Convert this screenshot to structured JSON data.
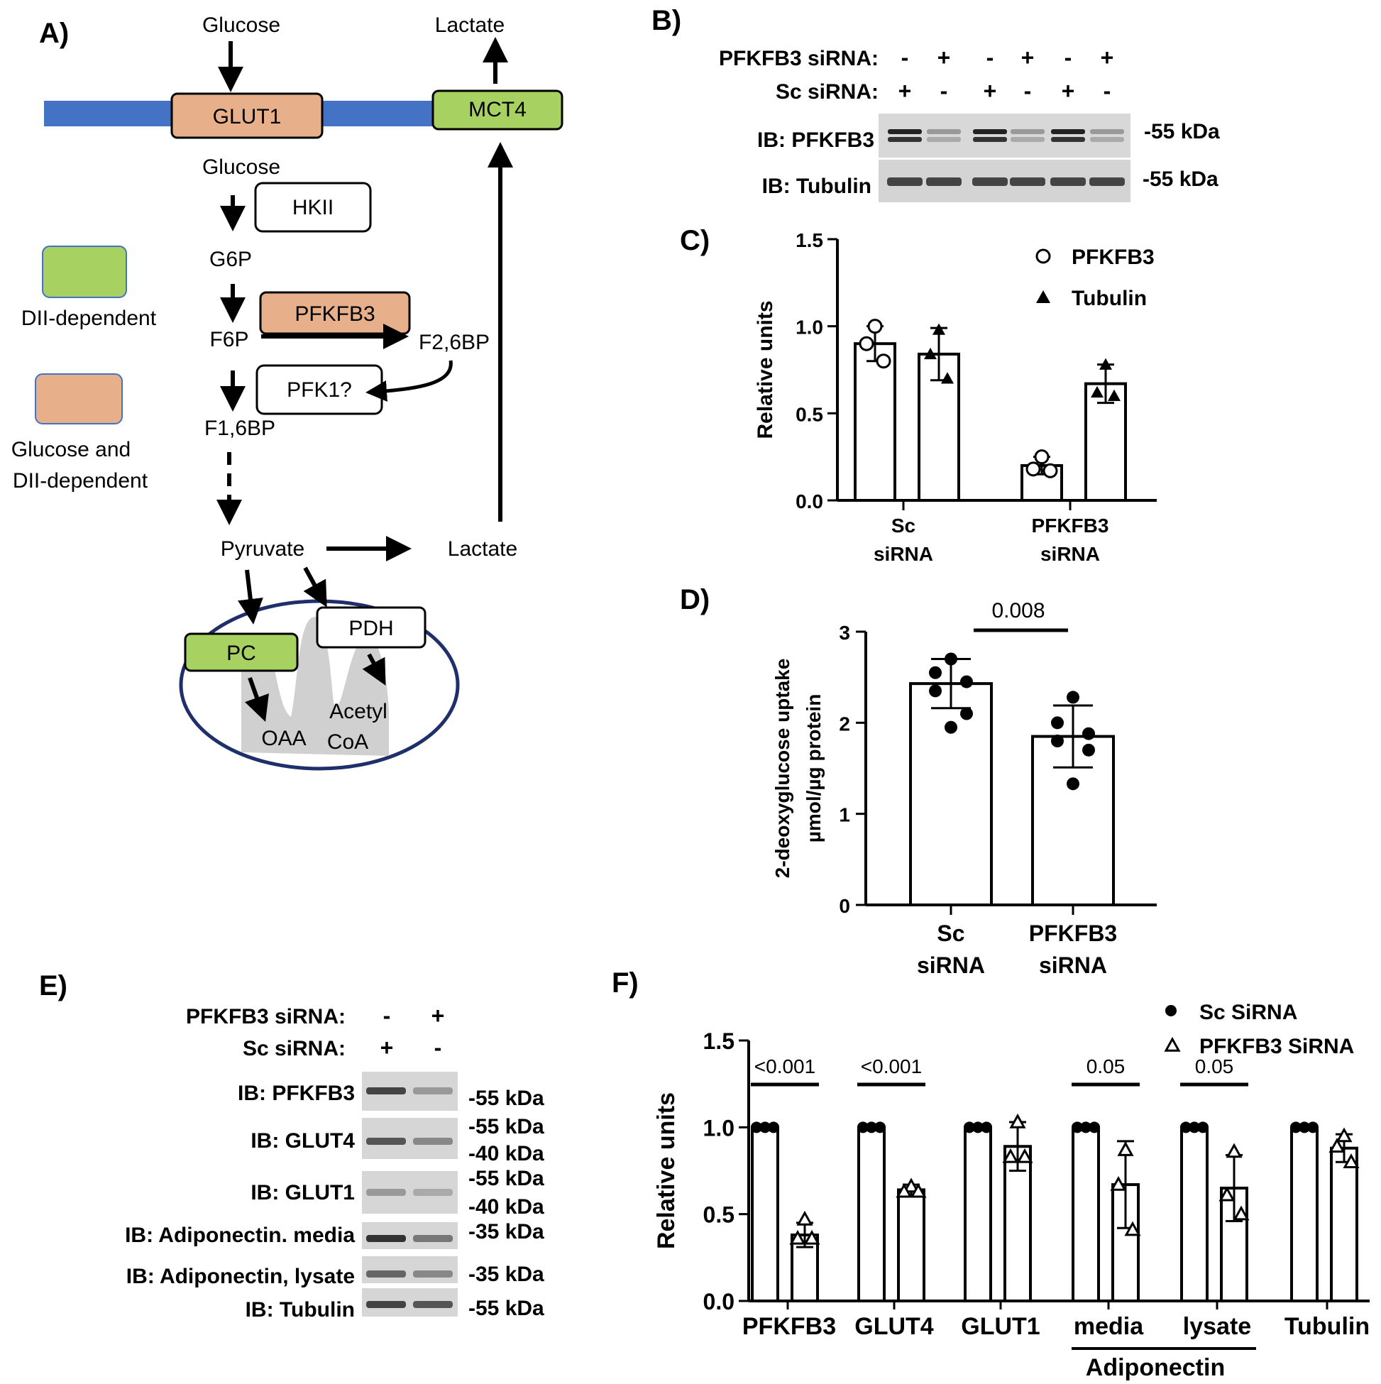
{
  "panels": {
    "A": {
      "label": "A)",
      "glucose_top": "Glucose",
      "lactate_top": "Lactate",
      "glut1": "GLUT1",
      "mct4": "MCT4",
      "glucose_in": "Glucose",
      "hkii": "HKII",
      "g6p": "G6P",
      "pfkfb3": "PFKFB3",
      "f6p": "F6P",
      "f26bp": "F2,6BP",
      "pfk1": "PFK1?",
      "f16bp": "F1,6BP",
      "pyruvate": "Pyruvate",
      "lactate_mid": "Lactate",
      "pc": "PC",
      "pdh": "PDH",
      "oaa": "OAA",
      "acetyl": "Acetyl",
      "coa": "CoA",
      "legend_green": "DII-dependent",
      "legend_orange_1": "Glucose and",
      "legend_orange_2": "DII-dependent",
      "colors": {
        "green": "#a7d160",
        "orange": "#e8b08a",
        "membrane": "#4472c4",
        "mito": "#1f2f6b",
        "cristae": "#d0d0d0"
      }
    },
    "B": {
      "label": "B)",
      "row1_label": "PFKFB3 siRNA:",
      "row1_signs": [
        "-",
        "+",
        "-",
        "+",
        "-",
        "+"
      ],
      "row2_label": "Sc siRNA:",
      "row2_signs": [
        "+",
        "-",
        "+",
        "-",
        "+",
        "-"
      ],
      "blots": [
        {
          "label": "IB:  PFKFB3",
          "kda": "-55 kDa"
        },
        {
          "label": "IB:  Tubulin",
          "kda": "-55 kDa"
        }
      ]
    },
    "E": {
      "label": "E)",
      "row1_label": "PFKFB3 siRNA:",
      "row1_signs": [
        "-",
        "+"
      ],
      "row2_label": "Sc siRNA:",
      "row2_signs": [
        "+",
        "-"
      ],
      "blots": [
        {
          "label": "IB:  PFKFB3",
          "kda": [
            "-55 kDa"
          ]
        },
        {
          "label": "IB:  GLUT4",
          "kda": [
            "-55 kDa",
            "-40 kDa"
          ]
        },
        {
          "label": "IB:  GLUT1",
          "kda": [
            "-55 kDa",
            "-40 kDa"
          ]
        },
        {
          "label": "IB:  Adiponectin. media",
          "kda": [
            "-35 kDa"
          ]
        },
        {
          "label": "IB:  Adiponectin, lysate",
          "kda": [
            "-35 kDa"
          ]
        },
        {
          "label": "IB:  Tubulin",
          "kda": [
            "-55 kDa"
          ]
        }
      ]
    }
  },
  "chart_data": [
    {
      "panel": "C)",
      "type": "bar",
      "ylabel": "Relative units",
      "ylim": [
        0,
        1.5
      ],
      "yticks": [
        "0.0",
        "0.5",
        "1.0",
        "1.5"
      ],
      "categories": [
        [
          "Sc",
          "siRNA"
        ],
        [
          "PFKFB3",
          "siRNA"
        ]
      ],
      "legend": {
        "placement": "top-right"
      },
      "series": [
        {
          "name": "PFKFB3",
          "marker": "open-circle",
          "values": [
            0.9,
            0.2
          ],
          "err": [
            0.1,
            0.05
          ],
          "points": [
            [
              1.0,
              0.9,
              0.8
            ],
            [
              0.25,
              0.18,
              0.17
            ]
          ]
        },
        {
          "name": "Tubulin",
          "marker": "filled-triangle",
          "values": [
            0.84,
            0.67
          ],
          "err": [
            0.15,
            0.11
          ],
          "points": [
            [
              0.98,
              0.84,
              0.7
            ],
            [
              0.78,
              0.62,
              0.6
            ]
          ]
        }
      ]
    },
    {
      "panel": "D)",
      "type": "bar",
      "ylabel": [
        "2-deoxyglucose uptake",
        "µmol/µg protein"
      ],
      "ylim": [
        0,
        3
      ],
      "yticks": [
        "0",
        "1",
        "2",
        "3"
      ],
      "categories": [
        [
          "Sc",
          "siRNA"
        ],
        [
          "PFKFB3",
          "siRNA"
        ]
      ],
      "values": [
        2.43,
        1.85
      ],
      "err": [
        0.27,
        0.34
      ],
      "points": [
        [
          2.7,
          2.55,
          2.45,
          2.35,
          2.1,
          1.95
        ],
        [
          2.28,
          2.0,
          1.88,
          1.8,
          1.7,
          1.33
        ]
      ],
      "annotation": "0.008"
    },
    {
      "panel": "F)",
      "type": "bar",
      "ylabel": "Relative units",
      "ylim": [
        0,
        1.5
      ],
      "yticks": [
        "0.0",
        "0.5",
        "1.0",
        "1.5"
      ],
      "categories": [
        "PFKFB3",
        "GLUT4",
        "GLUT1",
        "media",
        "lysate",
        "Tubulin"
      ],
      "group_label": "Adiponectin",
      "legend": {
        "placement": "top-right"
      },
      "series": [
        {
          "name": "Sc SiRNA",
          "marker": "filled-circle",
          "values": [
            1.0,
            1.0,
            1.0,
            1.0,
            1.0,
            1.0
          ]
        },
        {
          "name": "PFKFB3 SiRNA",
          "marker": "open-triangle",
          "values": [
            0.38,
            0.64,
            0.89,
            0.67,
            0.65,
            0.88
          ],
          "err": [
            0.07,
            0.03,
            0.14,
            0.25,
            0.19,
            0.08
          ],
          "points": [
            [
              0.47,
              0.36,
              0.36
            ],
            [
              0.66,
              0.63,
              0.63
            ],
            [
              1.03,
              0.83,
              0.83
            ],
            [
              0.87,
              0.67,
              0.41
            ],
            [
              0.86,
              0.61,
              0.5
            ],
            [
              0.95,
              0.89,
              0.8
            ]
          ]
        }
      ],
      "annotations": [
        {
          "text": "<0.001",
          "group": 0
        },
        {
          "text": "<0.001",
          "group": 1
        },
        {
          "text": "0.05",
          "group": 3
        },
        {
          "text": "0.05",
          "group": 4
        }
      ]
    }
  ]
}
